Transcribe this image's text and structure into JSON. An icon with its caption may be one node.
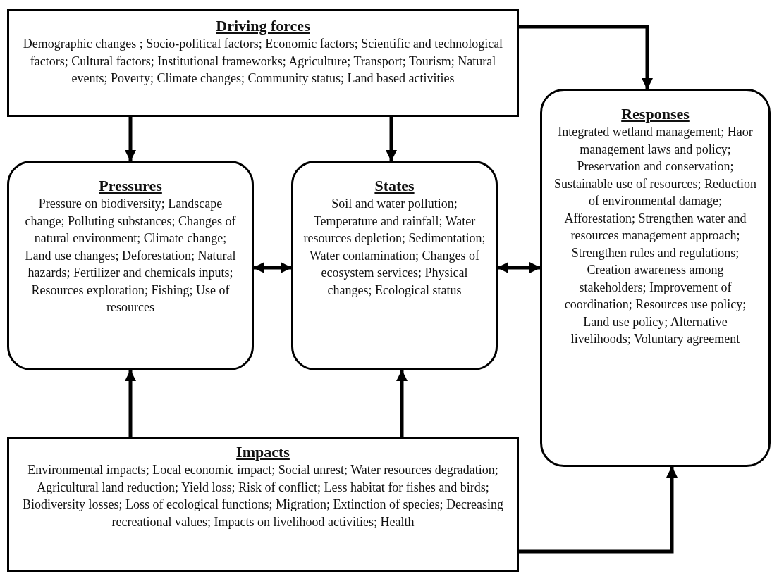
{
  "diagram": {
    "nodes": [
      {
        "text": [
          "Driving forces",
          "Demographic changes ; Socio-political factors; Economic factors; Scientific and technological factors; Cultural factors; Institutional frameworks; Agriculture; Transport; Tourism; Natural events; Poverty; Climate changes; Community status; Land based activities"
        ]
      },
      {
        "text": [
          "Pressures",
          "Pressure on biodiversity; Landscape change; Polluting substances; Changes of natural environment; Climate change; Land use changes; Deforestation; Natural hazards; Fertilizer and chemicals inputs; Resources exploration; Fishing; Use of resources"
        ]
      },
      {
        "text": [
          "States",
          "Soil and water pollution; Temperature and rainfall; Water resources depletion; Sedimentation; Water contamination; Changes of ecosystem services; Physical changes; Ecological status"
        ]
      },
      {
        "text": [
          "Responses",
          "Integrated wetland management; Haor management laws and policy; Preservation and conservation; Sustainable use of resources; Reduction of environmental damage; Afforestation; Strengthen water and resources management approach; Strengthen rules and regulations; Creation awareness among stakeholders; Improvement of coordination; Resources use policy; Land use policy; Alternative livelihoods; Voluntary agreement"
        ]
      },
      {
        "text": [
          "Impacts",
          "Environmental impacts; Local economic impact; Social unrest; Water resources degradation; Agricultural land reduction; Yield loss; Risk of conflict; Less habitat for fishes and birds; Biodiversity losses; Loss of ecological functions; Migration; Extinction of species; Decreasing recreational values; Impacts on livelihood activities; Health"
        ]
      }
    ],
    "edges": [
      {
        "from": 0,
        "to": 1,
        "arrow": "to"
      },
      {
        "from": 0,
        "to": 2,
        "arrow": "to"
      },
      {
        "from": 0,
        "to": 3,
        "arrow": "to"
      },
      {
        "from": 1,
        "to": 2,
        "arrow": "both"
      },
      {
        "from": 2,
        "to": 3,
        "arrow": "both"
      },
      {
        "from": 4,
        "to": 1,
        "arrow": "to"
      },
      {
        "from": 4,
        "to": 2,
        "arrow": "to"
      },
      {
        "from": 4,
        "to": 3,
        "arrow": "to"
      }
    ]
  }
}
